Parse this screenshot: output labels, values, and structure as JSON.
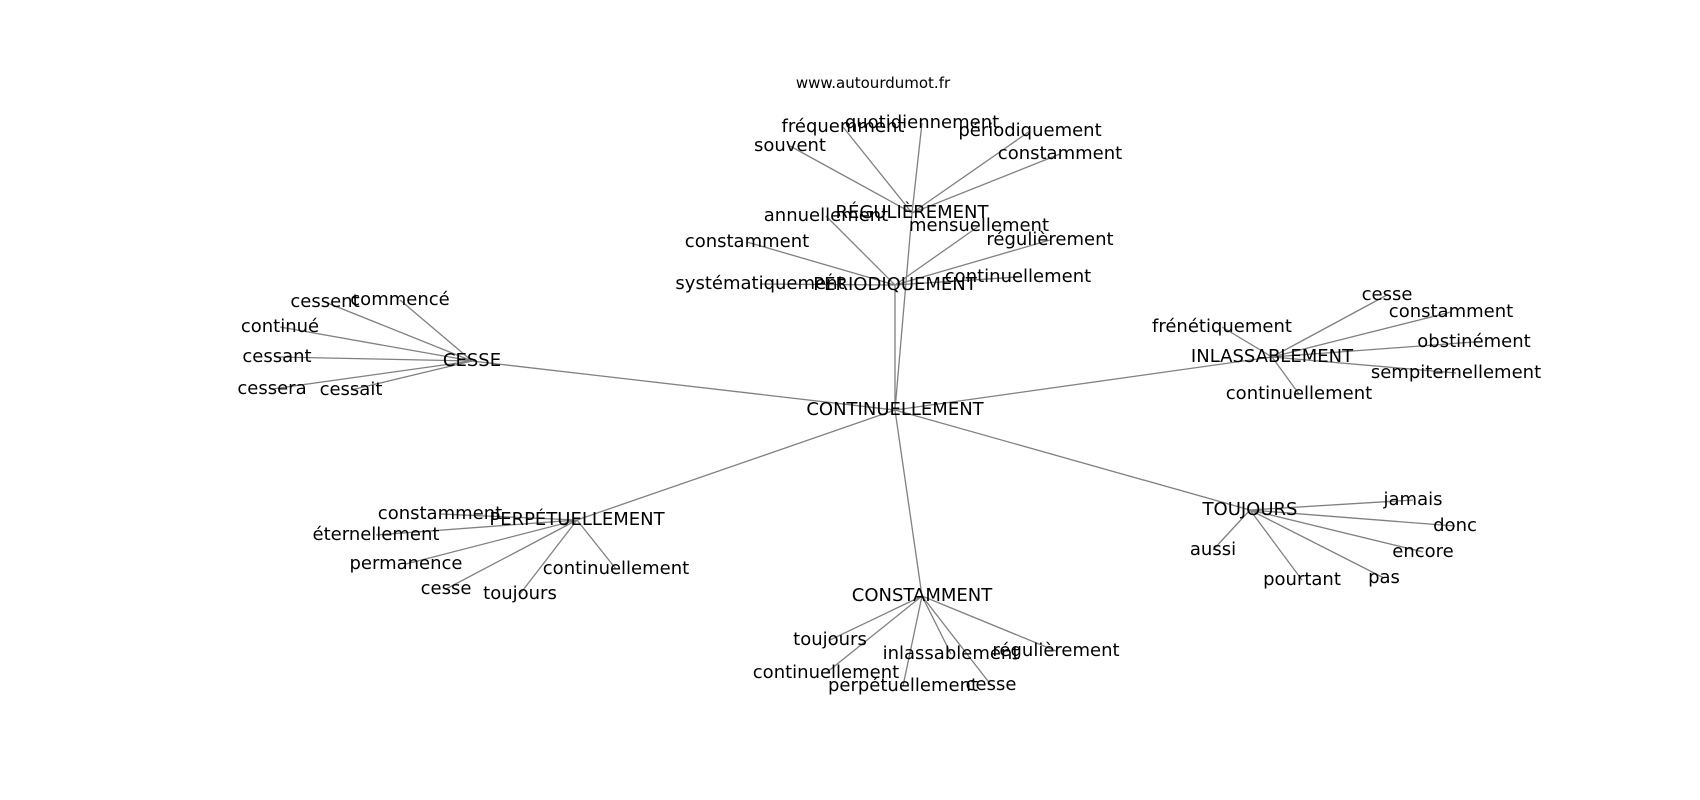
{
  "watermark": "www.autourdumot.fr",
  "graph": {
    "center": "CONTINUELLEMENT",
    "hubs": [
      {
        "word": "RÉGULIÈREMENT",
        "neighbors": [
          "souvent",
          "fréquemment",
          "quotidiennement",
          "périodiquement",
          "constamment"
        ]
      },
      {
        "word": "PÉRIODIQUEMENT",
        "neighbors": [
          "annuellement",
          "constamment",
          "systématiquement",
          "mensuellement",
          "régulièrement",
          "continuellement"
        ]
      },
      {
        "word": "CESSE",
        "neighbors": [
          "cessent",
          "commencé",
          "continué",
          "cessant",
          "cessera",
          "cessait"
        ]
      },
      {
        "word": "INLASSABLEMENT",
        "neighbors": [
          "cesse",
          "frénétiquement",
          "constamment",
          "obstinément",
          "sempiternellement",
          "continuellement"
        ]
      },
      {
        "word": "PERPÉTUELLEMENT",
        "neighbors": [
          "constamment",
          "éternellement",
          "permanence",
          "cesse",
          "toujours",
          "continuellement"
        ]
      },
      {
        "word": "CONSTAMMENT",
        "neighbors": [
          "toujours",
          "continuellement",
          "inlassablement",
          "régulièrement",
          "perpétuellement",
          "cesse"
        ]
      },
      {
        "word": "TOUJOURS",
        "neighbors": [
          "jamais",
          "donc",
          "encore",
          "aussi",
          "pourtant",
          "pas"
        ]
      }
    ]
  }
}
